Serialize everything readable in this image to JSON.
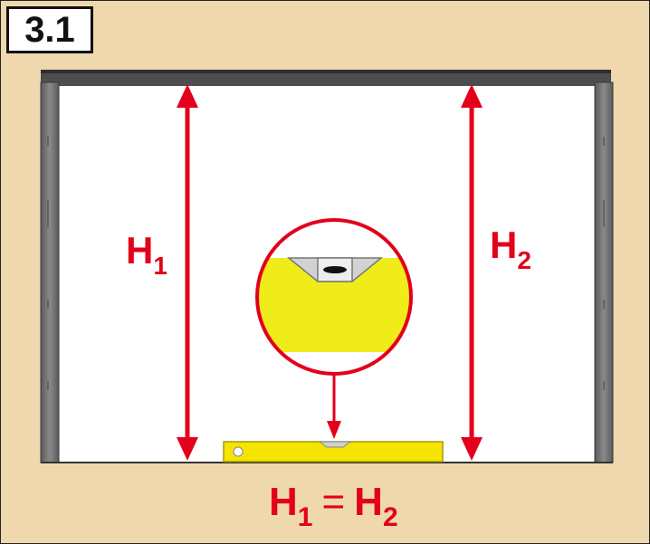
{
  "step": {
    "number": "3.1"
  },
  "labels": {
    "h1_main": "H",
    "h1_sub": "1",
    "h2_main": "H",
    "h2_sub": "2",
    "eq_h": "H",
    "eq_sub1": "1",
    "eq_equals": "=",
    "eq_sub2": "2"
  },
  "colors": {
    "background": "#efd8ae",
    "frame": "#6e6e6e",
    "arrow_red": "#e3001b",
    "level_yellow": "#f5e400"
  },
  "icons": {
    "level": "spirit-level-icon",
    "bubble": "level-bubble-icon"
  }
}
